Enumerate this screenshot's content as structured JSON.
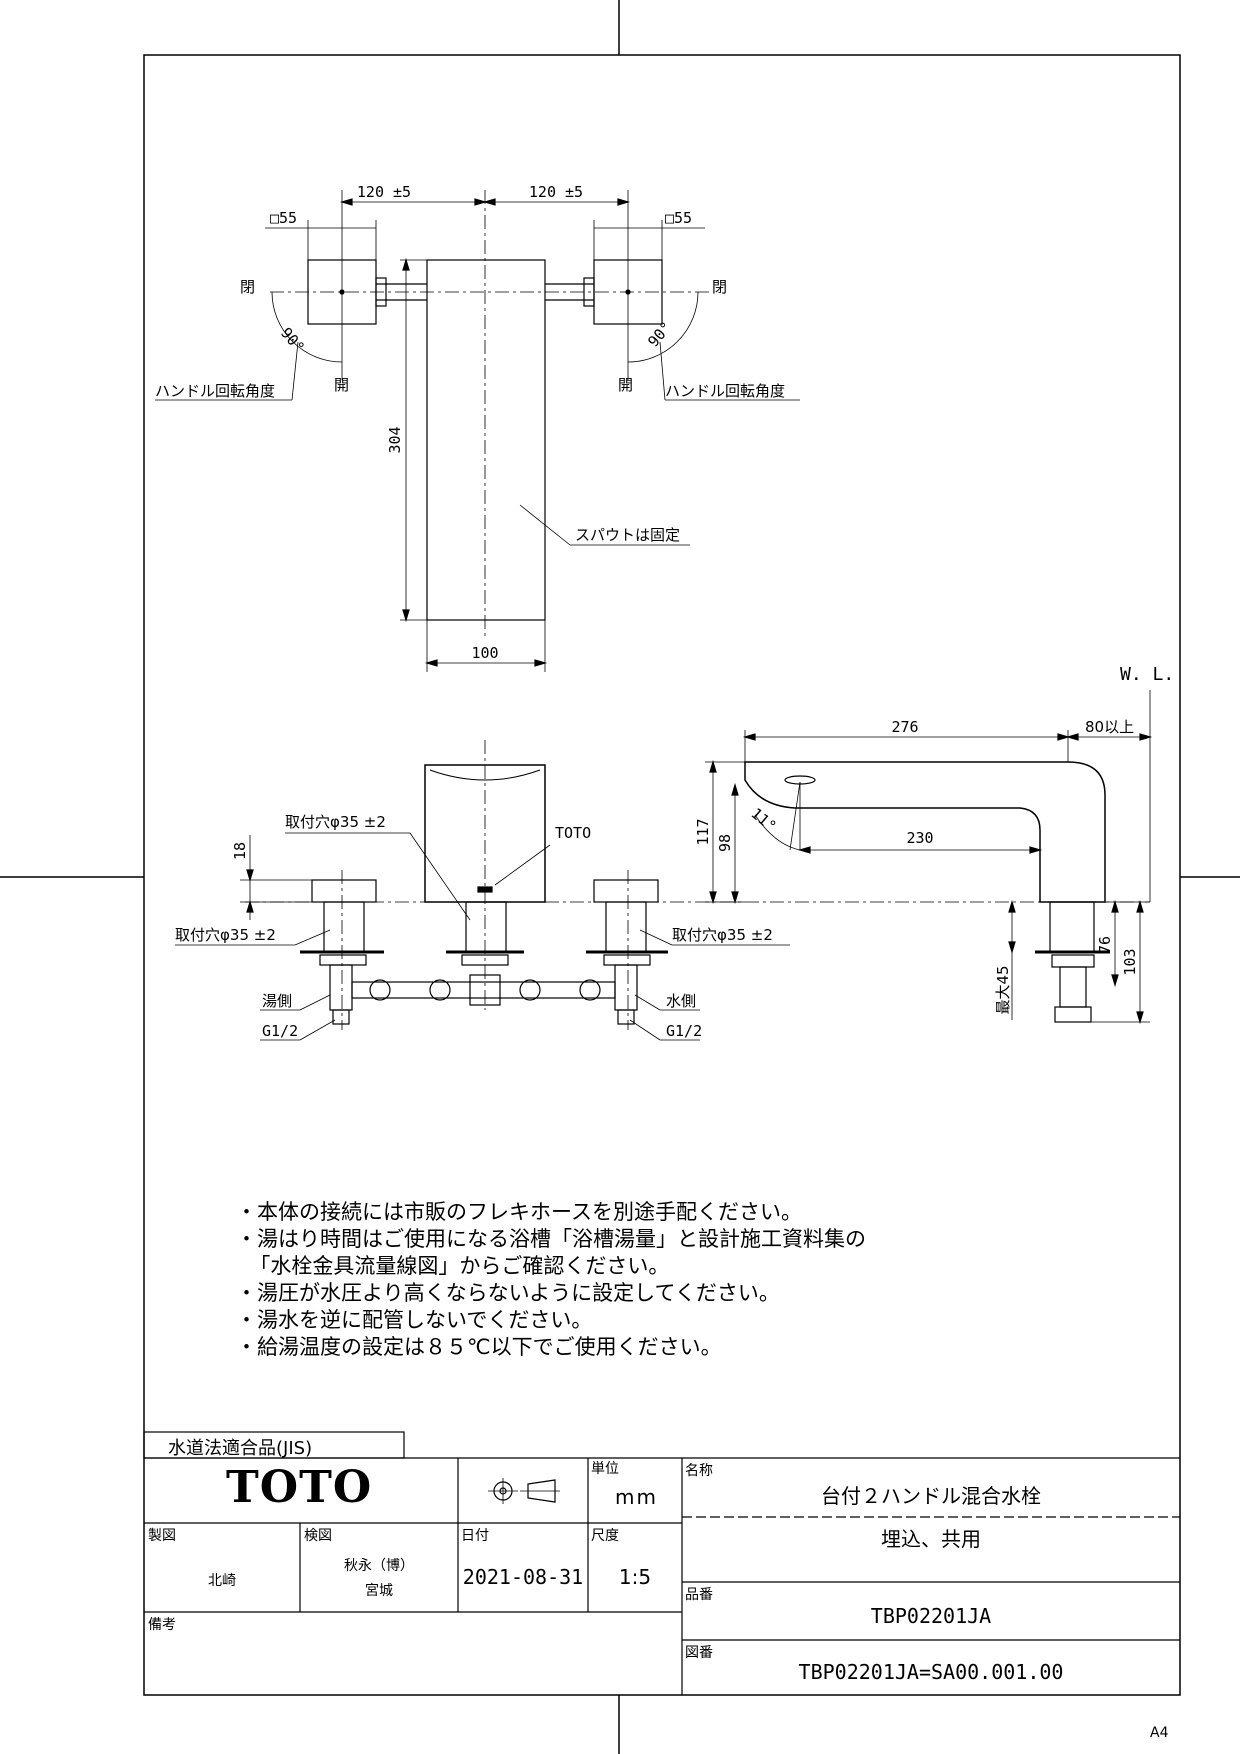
{
  "dimensions": {
    "handle_spacing_left": "120 ±5",
    "handle_spacing_right": "120 ±5",
    "handle_square_left": "□55",
    "handle_square_right": "□55",
    "spout_length": "304",
    "body_width": "100",
    "spout_reach": "276",
    "wl_clearance": "80以上",
    "height_117": "117",
    "height_98": "98",
    "reach_230": "230",
    "angle_11": "11°",
    "angle_90_left": "90°",
    "angle_90_right": "90°",
    "height_18": "18",
    "max_45": "最大45",
    "height_76": "76",
    "height_103": "103"
  },
  "labels": {
    "open_left_top": "閉",
    "open_left_bottom": "開",
    "open_right_top": "閉",
    "open_right_bottom": "開",
    "handle_rotation_left": "ハンドル回転角度",
    "handle_rotation_right": "ハンドル回転角度",
    "spout_fixed": "スパウトは固定",
    "wl": "W. L.",
    "mount_hole_top": "取付穴φ35 ±2",
    "mount_hole_left": "取付穴φ35 ±2",
    "mount_hole_right": "取付穴φ35 ±2",
    "toto_mark": "TOTO",
    "hot_side": "湯側",
    "cold_side": "水側",
    "thread_left": "G1/2",
    "thread_right": "G1/2"
  },
  "notes": [
    "・本体の接続には市販のフレキホースを別途手配ください。",
    "・湯はり時間はご使用になる浴槽「浴槽湯量」と設計施工資料集の",
    "  「水栓金具流量線図」からご確認ください。",
    "・湯圧が水圧より高くならないように設定してください。",
    "・湯水を逆に配管しないでください。",
    "・給湯温度の設定は８５℃以下でご使用ください。"
  ],
  "title_block": {
    "jis": "水道法適合品(JIS)",
    "logo": "TOTO",
    "unit_label": "単位",
    "unit_value": "mm",
    "name_label": "名称",
    "name_value": "台付２ハンドル混合水栓",
    "name_sub": "埋込、共用",
    "drawn_label": "製図",
    "drawn_value": "北崎",
    "checked_label": "検図",
    "checked_value_1": "秋永（博）",
    "checked_value_2": "宮城",
    "date_label": "日付",
    "date_value": "2021-08-31",
    "scale_label": "尺度",
    "scale_value": "1:5",
    "part_label": "品番",
    "part_value": "TBP02201JA",
    "drawing_label": "図番",
    "drawing_value": "TBP02201JA=SA00.001.00",
    "remarks_label": "備考",
    "paper_size": "A4"
  }
}
